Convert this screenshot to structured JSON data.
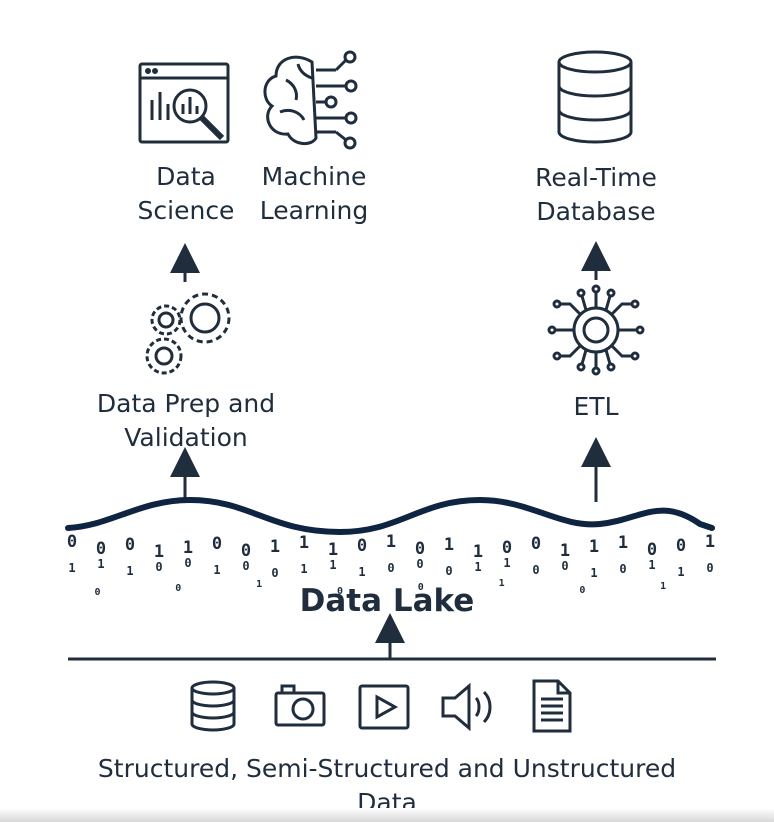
{
  "top": {
    "data_science": {
      "line1": "Data",
      "line2": "Science",
      "icon": "dashboard-magnifier-icon"
    },
    "machine_learning": {
      "line1": "Machine",
      "line2": "Learning",
      "icon": "brain-circuit-icon"
    },
    "realtime_db": {
      "line1": "Real-Time",
      "line2": "Database",
      "icon": "database-icon"
    }
  },
  "middle": {
    "data_prep": {
      "line1": "Data Prep and",
      "line2": "Validation",
      "icon": "gears-icon"
    },
    "etl": {
      "label": "ETL",
      "icon": "chip-icon"
    }
  },
  "lake": {
    "title": "Data Lake",
    "binary_rows": [
      "0 0 0 1 1 0 0 1 1 1 0 1 0 1 1 0 0 1 1 1 0 0 1",
      "1 1 1 0 0 1 0 0 1 1 1 0 0 0 1 1 0 0 1 0 1 1 0",
      "0 0 1 0 0 1 0 1 0 0 1 0 0 1 0 1"
    ]
  },
  "sources": {
    "icons": [
      "database-icon",
      "camera-icon",
      "video-play-icon",
      "speaker-icon",
      "document-icon"
    ],
    "line1": "Structured, Semi-Structured and Unstructured",
    "line2": "Data"
  },
  "colors": {
    "ink": "#1f2d3d",
    "wave": "#0f2440"
  }
}
